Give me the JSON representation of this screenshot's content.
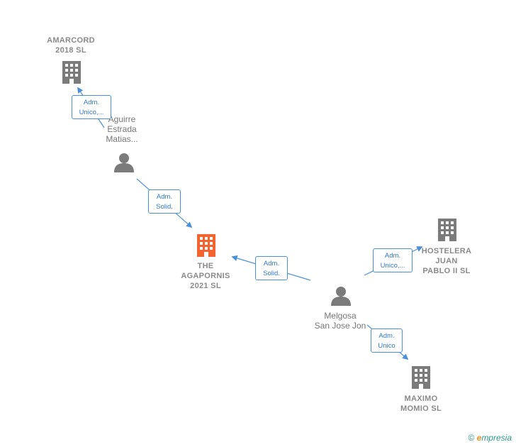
{
  "colors": {
    "edge": "#4a90d9",
    "company": "#7b7b7b",
    "company_main": "#f26530",
    "person": "#7b7b7b"
  },
  "nodes": {
    "amarcord": {
      "name": "AMARCORD\n2018  SL",
      "icon": "building-icon"
    },
    "aguirre": {
      "name": "Aguirre\nEstrada\nMatias...",
      "icon": "person-icon"
    },
    "agapornis": {
      "name": "THE\nAGAPORNIS\n2021  SL",
      "icon": "building-icon"
    },
    "hostelera": {
      "name": "HOSTELERA\nJUAN\nPABLO II SL",
      "icon": "building-icon"
    },
    "melgosa": {
      "name": "Melgosa\nSan Jose Jon",
      "icon": "person-icon"
    },
    "maximo": {
      "name": "MAXIMO\nMOMIO  SL",
      "icon": "building-icon"
    }
  },
  "edges": [
    {
      "id": "aguirre-amarcord",
      "label": "Adm.\nUnico,..."
    },
    {
      "id": "aguirre-agapornis",
      "label": "Adm.\nSolid."
    },
    {
      "id": "melgosa-agapornis",
      "label": "Adm.\nSolid."
    },
    {
      "id": "melgosa-hostelera",
      "label": "Adm.\nUnico,..."
    },
    {
      "id": "melgosa-maximo",
      "label": "Adm.\nUnico"
    }
  ],
  "footer": {
    "copyright": "©",
    "brand_e": "e",
    "brand_rest": "mpresia"
  }
}
